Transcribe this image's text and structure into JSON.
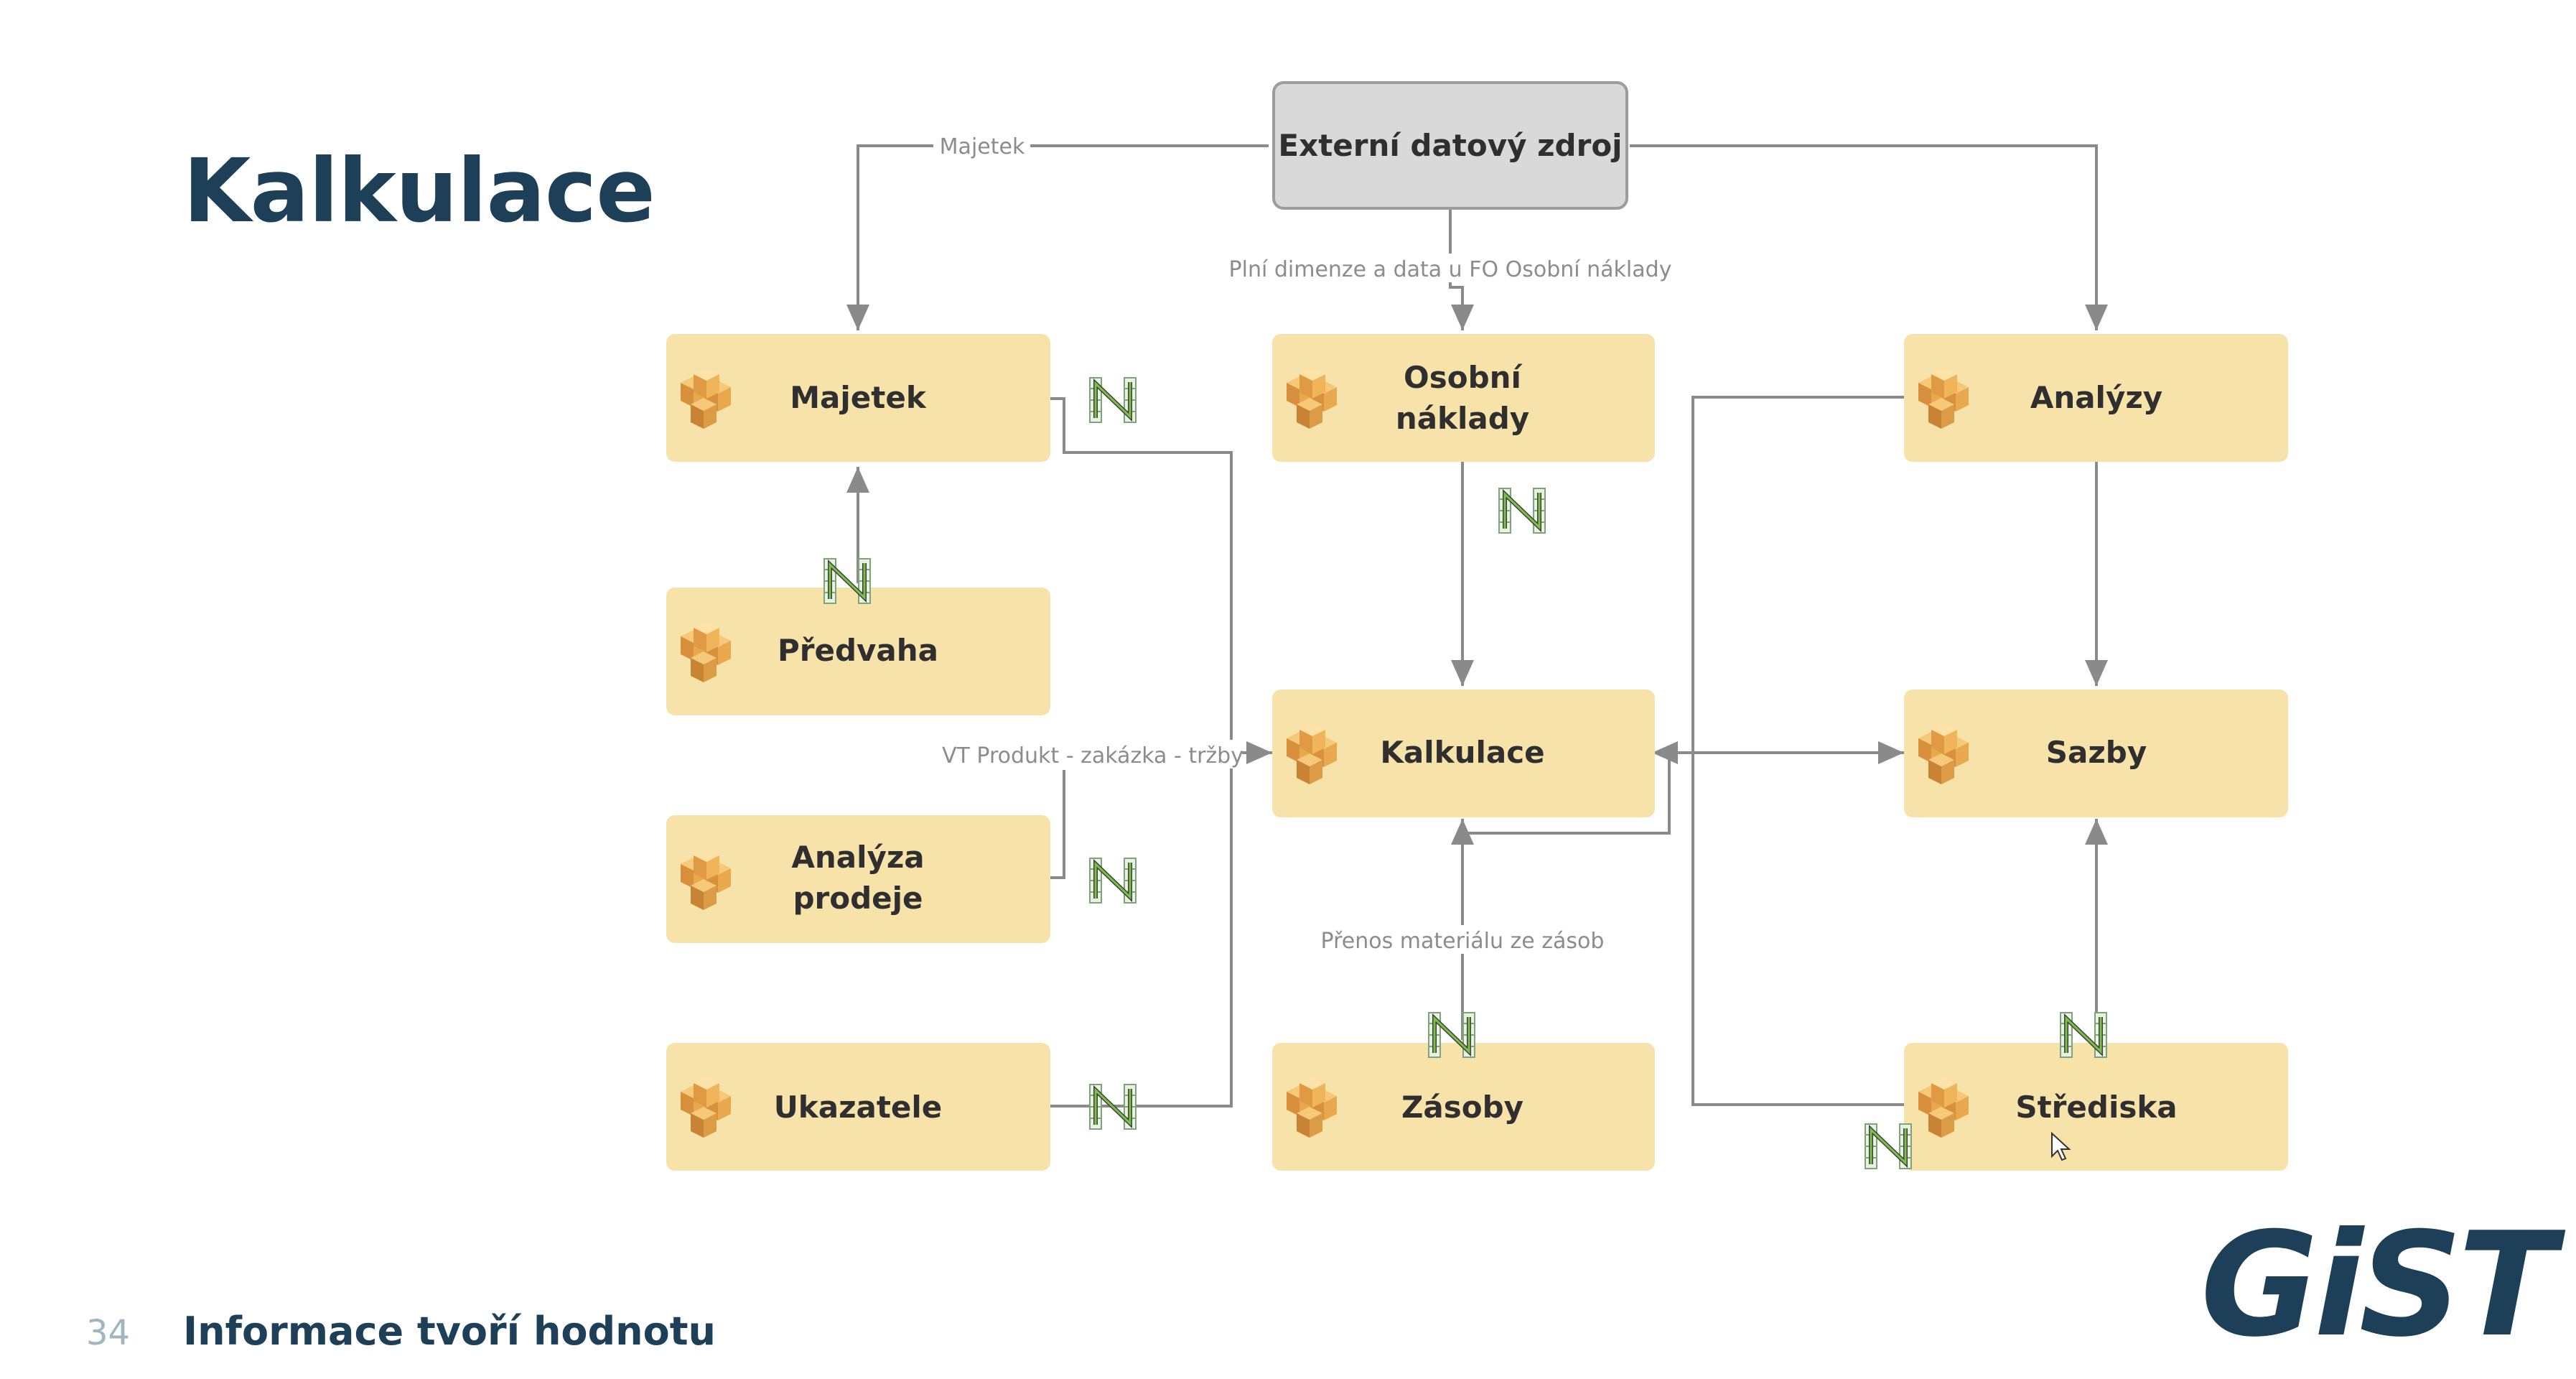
{
  "slide": {
    "title": "Kalkulace",
    "page_number": "34",
    "footer": "Informace tvoří hodnotu",
    "logo_text": "GiST"
  },
  "diagram": {
    "external_source": "Externí datový zdroj",
    "nodes": {
      "majetek": "Majetek",
      "predvaha": "Předvaha",
      "analyza_prodeje_1": "Analýza",
      "analyza_prodeje_2": "prodeje",
      "ukazatele": "Ukazatele",
      "osobni_naklady_1": "Osobní",
      "osobni_naklady_2": "náklady",
      "kalkulace": "Kalkulace",
      "zasoby": "Zásoby",
      "analyzy": "Analýzy",
      "sazby": "Sazby",
      "strediska": "Střediska"
    },
    "edge_labels": {
      "majetek": "Majetek",
      "plni": "Plní dimenze a data u FO Osobní náklady",
      "vt": "VT Produkt - zakázka - tržby",
      "prenos": "Přenos materiálu ze zásob"
    },
    "colors": {
      "node_fill": "#f7e2aa",
      "external_fill": "#d9d9d9",
      "edge": "#8a8a8a",
      "title": "#1d3f58"
    },
    "icons": {
      "cube": "cube-stack-icon",
      "transfer": "data-transfer-icon"
    }
  }
}
